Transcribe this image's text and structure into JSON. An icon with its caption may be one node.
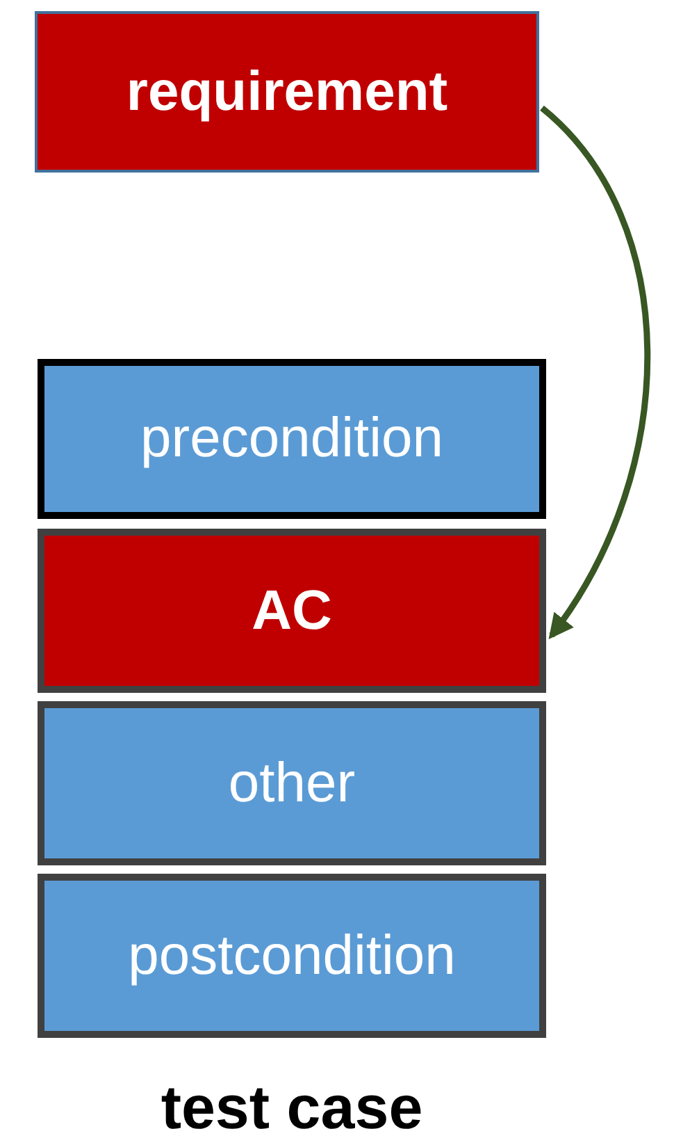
{
  "diagram": {
    "nodes": [
      {
        "text": [
          "requirement"
        ]
      },
      {
        "text": [
          "precondition"
        ]
      },
      {
        "text": [
          "AC"
        ]
      },
      {
        "text": [
          "other"
        ]
      },
      {
        "text": [
          "postcondition"
        ]
      }
    ],
    "edges": [
      {
        "from": 0,
        "to": 2,
        "arrow": "to",
        "color": "#385723"
      }
    ],
    "labels": [
      "test case"
    ]
  }
}
